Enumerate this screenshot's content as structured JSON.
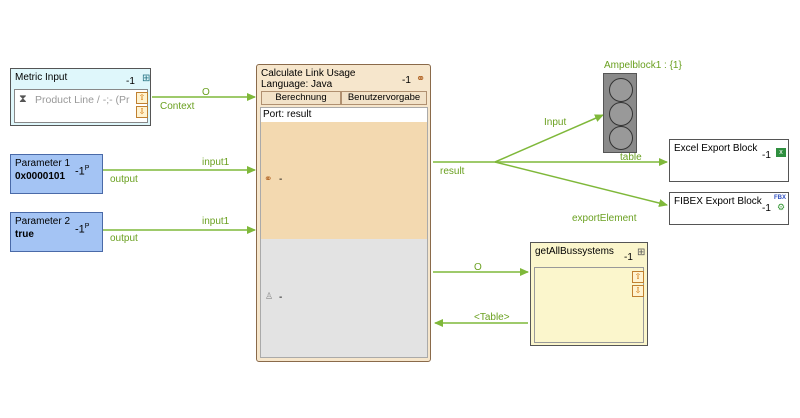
{
  "metric_input": {
    "title": "Metric Input",
    "badge": "-1",
    "field": "Product Line / -;- (Pr",
    "port": "Context"
  },
  "param1": {
    "title": "Parameter 1",
    "value": "0x0000101",
    "badge": "-1",
    "badge_sup": "P",
    "port": "output"
  },
  "param2": {
    "title": "Parameter 2",
    "value": "true",
    "badge": "-1",
    "badge_sup": "P",
    "port": "output"
  },
  "calc": {
    "title": "Calculate Link Usage",
    "language": "Language: Java",
    "badge": "-1",
    "tabs": [
      "Berechnung",
      "Benutzervorgabe"
    ],
    "port_label": "Port: result",
    "row1_dash": "-",
    "row2_dash": "-",
    "out_port": "result"
  },
  "ampel": {
    "title": "Ampelblock1 : {1}"
  },
  "excel": {
    "title": "Excel Export Block",
    "badge": "-1"
  },
  "fibex": {
    "title": "FIBEX Export Block",
    "badge": "-1",
    "tag": "FBX"
  },
  "getall": {
    "title": "getAllBussystems",
    "badge": "-1"
  },
  "edges": {
    "context_o": "O",
    "input1_a": "input1",
    "input1_b": "input1",
    "input": "Input",
    "table": "table",
    "export_element": "exportElement",
    "o_getall": "O",
    "table_back": "<Table>"
  },
  "colors": {
    "edge": "#7fb83a",
    "calc_bg": "#f6e6cc",
    "calc_upper": "#f3d9b0",
    "calc_lower": "#e3e3e3",
    "param_bg": "#a4c4f4",
    "metric_bg": "#dff7fb",
    "getall_bg": "#fbf6cc"
  }
}
